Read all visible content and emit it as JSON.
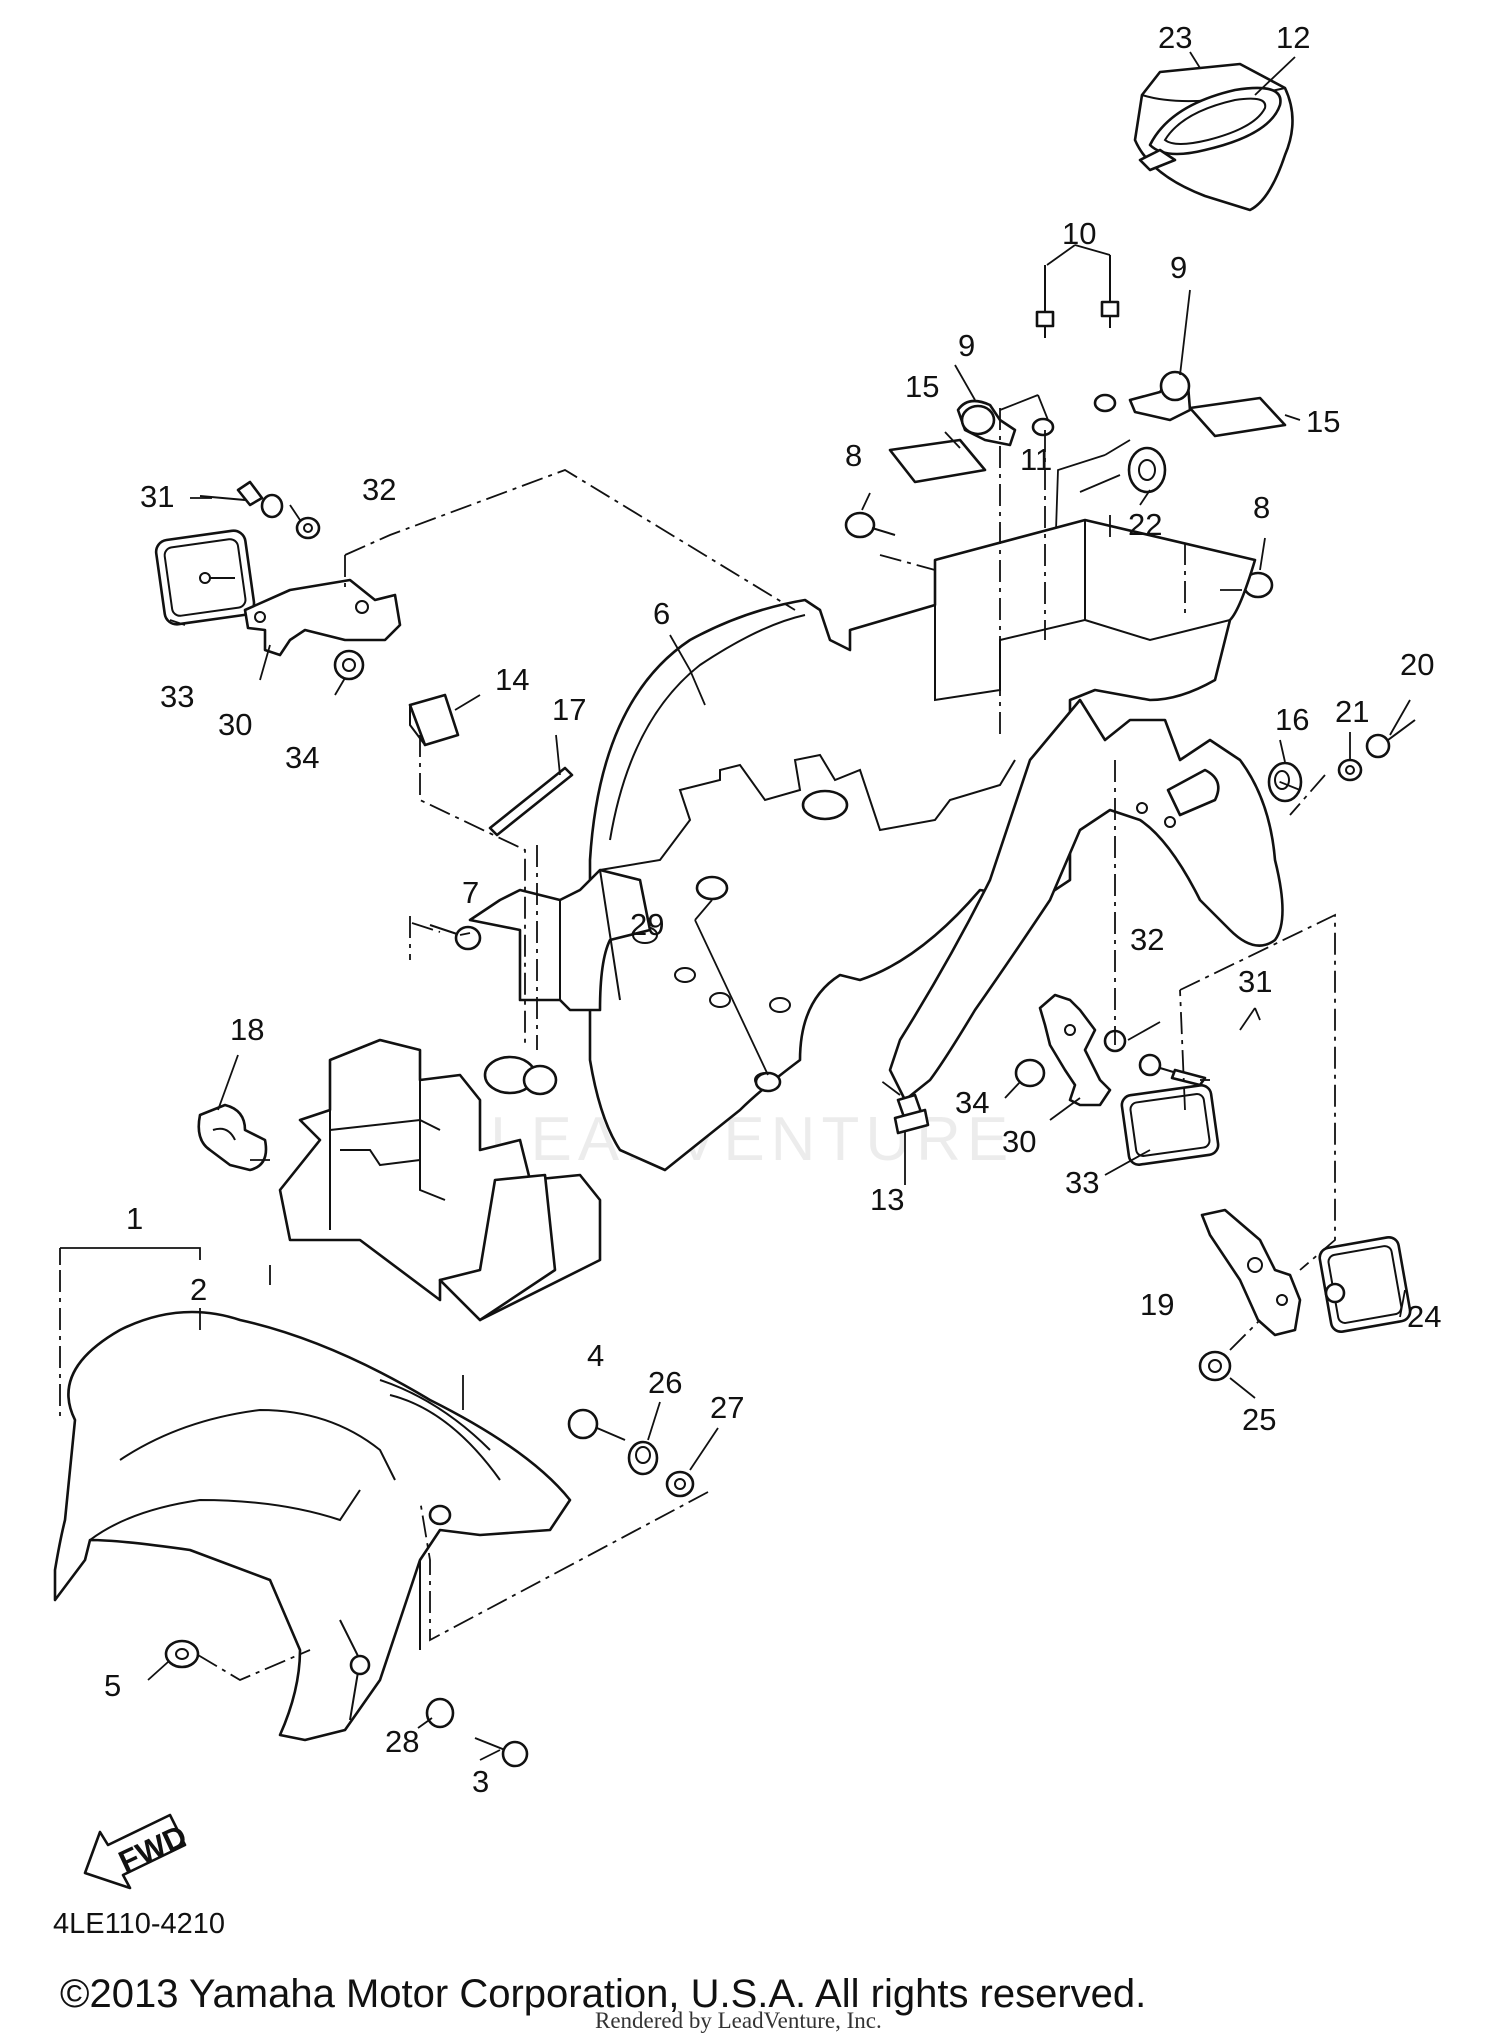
{
  "diagram": {
    "diagram_code": "4LE110-4210",
    "copyright": "©2013 Yamaha Motor Corporation, U.S.A. All rights reserved.",
    "rendered_by": "Rendered by LeadVenture, Inc.",
    "watermark": "LEADVENTURE",
    "fwd_arrow": "FWD",
    "callouts": [
      {
        "id": "c1",
        "text": "1"
      },
      {
        "id": "c2",
        "text": "2"
      },
      {
        "id": "c3",
        "text": "3"
      },
      {
        "id": "c4",
        "text": "4"
      },
      {
        "id": "c5",
        "text": "5"
      },
      {
        "id": "c6",
        "text": "6"
      },
      {
        "id": "c7",
        "text": "7"
      },
      {
        "id": "c8a",
        "text": "8"
      },
      {
        "id": "c8b",
        "text": "8"
      },
      {
        "id": "c9a",
        "text": "9"
      },
      {
        "id": "c9b",
        "text": "9"
      },
      {
        "id": "c10",
        "text": "10"
      },
      {
        "id": "c11",
        "text": "11"
      },
      {
        "id": "c12",
        "text": "12"
      },
      {
        "id": "c13",
        "text": "13"
      },
      {
        "id": "c14",
        "text": "14"
      },
      {
        "id": "c15a",
        "text": "15"
      },
      {
        "id": "c15b",
        "text": "15"
      },
      {
        "id": "c16",
        "text": "16"
      },
      {
        "id": "c17",
        "text": "17"
      },
      {
        "id": "c18",
        "text": "18"
      },
      {
        "id": "c19",
        "text": "19"
      },
      {
        "id": "c20",
        "text": "20"
      },
      {
        "id": "c21",
        "text": "21"
      },
      {
        "id": "c22",
        "text": "22"
      },
      {
        "id": "c23",
        "text": "23"
      },
      {
        "id": "c24",
        "text": "24"
      },
      {
        "id": "c25",
        "text": "25"
      },
      {
        "id": "c26",
        "text": "26"
      },
      {
        "id": "c27",
        "text": "27"
      },
      {
        "id": "c28",
        "text": "28"
      },
      {
        "id": "c29",
        "text": "29"
      },
      {
        "id": "c30a",
        "text": "30"
      },
      {
        "id": "c30b",
        "text": "30"
      },
      {
        "id": "c31a",
        "text": "31"
      },
      {
        "id": "c31b",
        "text": "31"
      },
      {
        "id": "c32a",
        "text": "32"
      },
      {
        "id": "c32b",
        "text": "32"
      },
      {
        "id": "c33a",
        "text": "33"
      },
      {
        "id": "c33b",
        "text": "33"
      },
      {
        "id": "c34a",
        "text": "34"
      },
      {
        "id": "c34b",
        "text": "34"
      }
    ]
  }
}
